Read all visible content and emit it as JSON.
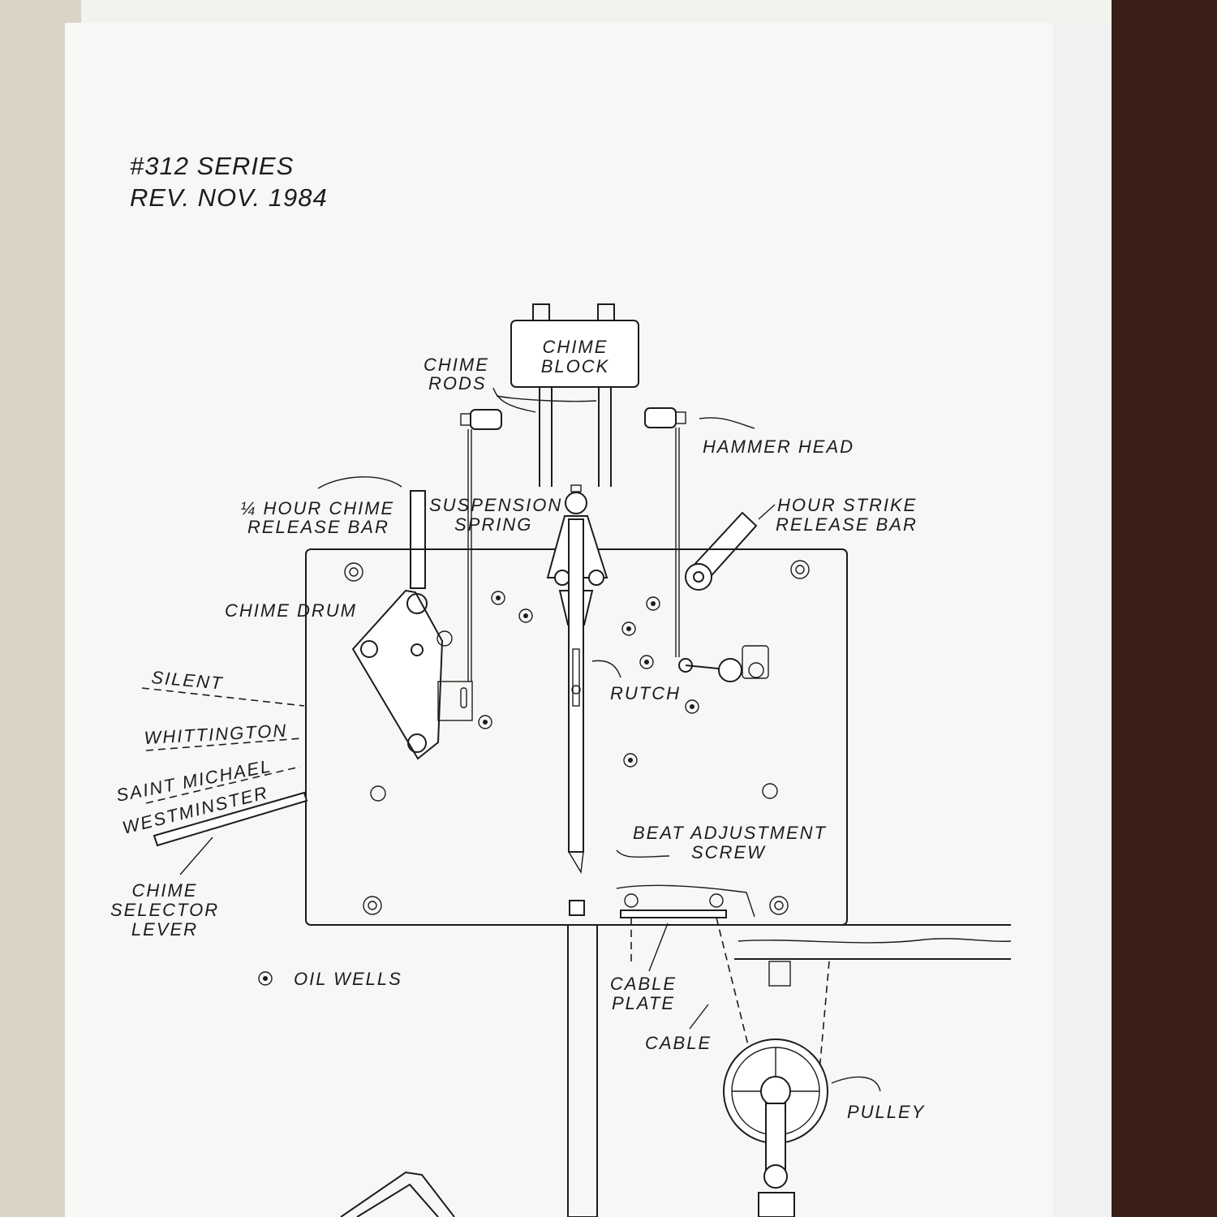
{
  "header": {
    "series": "#312 SERIES",
    "revision": "REV. NOV. 1984"
  },
  "labels": {
    "chime_block": [
      "CHIME",
      "BLOCK"
    ],
    "chime_rods": [
      "CHIME",
      "RODS"
    ],
    "hammer_head": "HAMMER HEAD",
    "quarter_hour": [
      "¼ HOUR CHIME",
      "RELEASE BAR"
    ],
    "suspension_spring": [
      "SUSPENSION",
      "SPRING"
    ],
    "hour_strike": [
      "HOUR STRIKE",
      "RELEASE BAR"
    ],
    "chime_drum": "CHIME DRUM",
    "silent": "SILENT",
    "whittington": "WHITTINGTON",
    "saint_michael": "SAINT MICHAEL",
    "westminster": "WESTMINSTER",
    "rutch": "RUTCH",
    "beat_adjustment": [
      "BEAT ADJUSTMENT",
      "SCREW"
    ],
    "chime_selector": [
      "CHIME",
      "SELECTOR",
      "LEVER"
    ],
    "oil_wells": "OIL WELLS",
    "cable_plate": [
      "CABLE",
      "PLATE"
    ],
    "cable": "CABLE",
    "pulley": "PULLEY"
  },
  "colors": {
    "paper": "#f7f7f5",
    "ink": "#1c1c1c",
    "wood": "#3a1f17"
  }
}
